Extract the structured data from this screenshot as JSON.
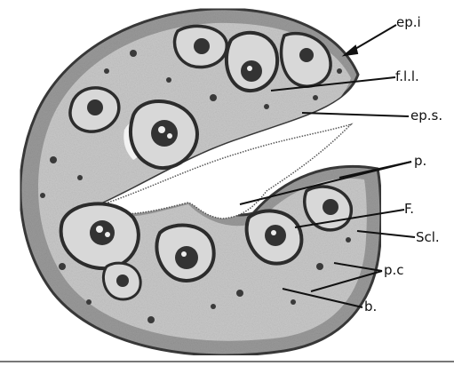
{
  "figure": {
    "labels": {
      "ep_i": "ep.i",
      "f_l_l": "f.l.l.",
      "ep_s": "ep.s.",
      "p": "p.",
      "F": "F.",
      "Scl": "Scl.",
      "p_c": "p.c",
      "b": "b."
    }
  }
}
